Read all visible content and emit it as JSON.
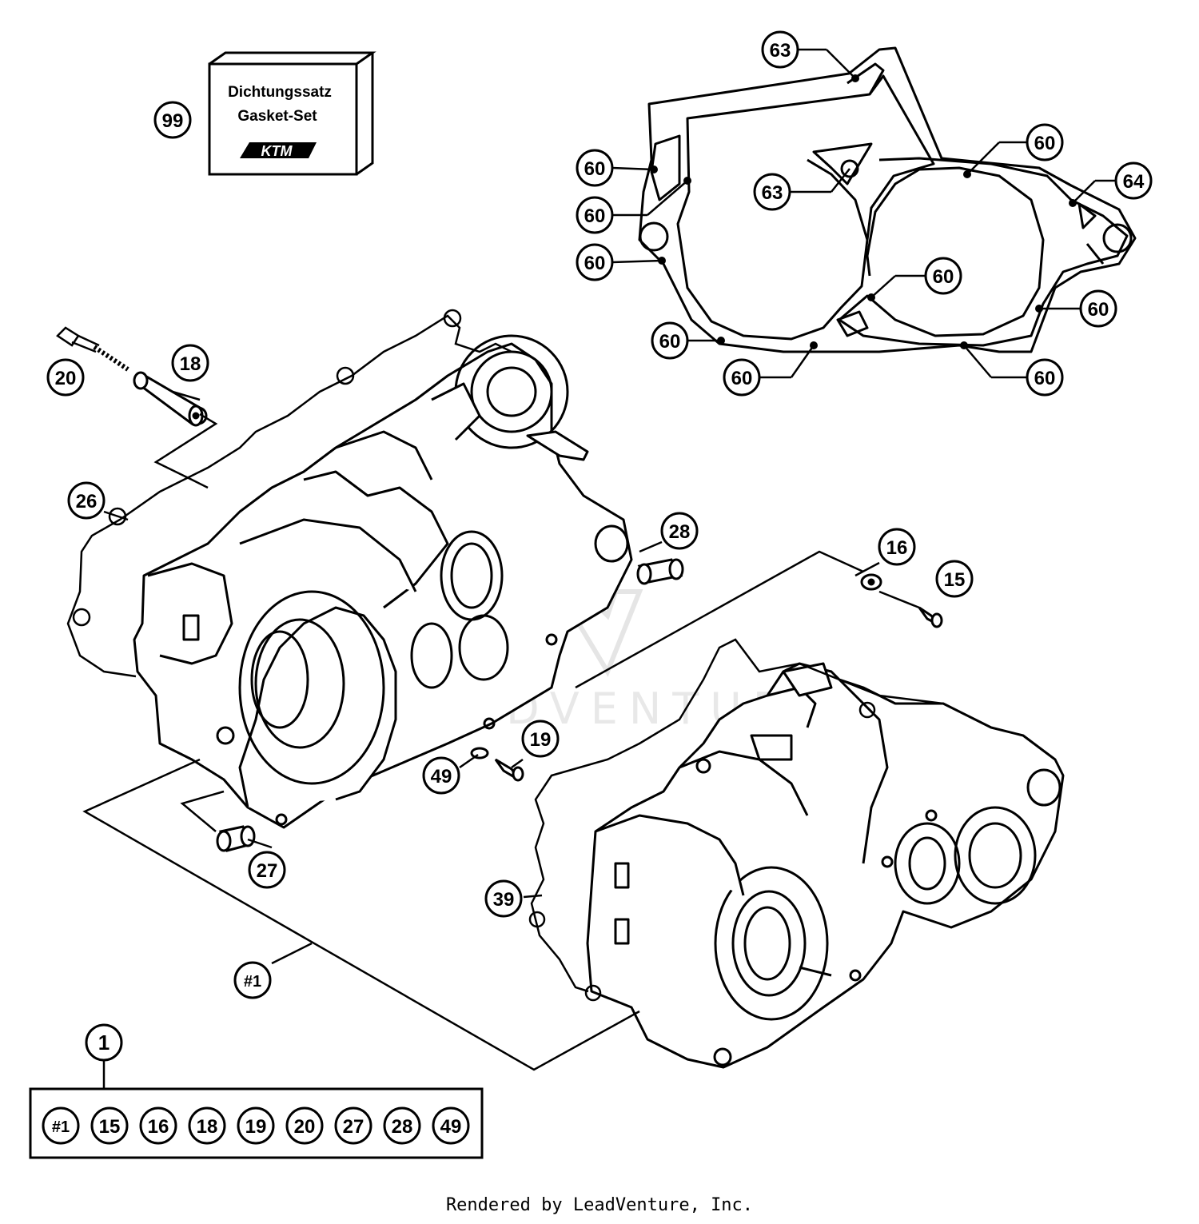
{
  "colors": {
    "line": "#000000",
    "background": "#ffffff",
    "watermark": "#d8d8d8"
  },
  "gasket_kit": {
    "line1": "Dichtungssatz",
    "line2": "Gasket-Set",
    "logo": "KTM",
    "callout": "99"
  },
  "callouts": {
    "p1": "1",
    "p15": "15",
    "p16": "16",
    "p18": "18",
    "p19": "19",
    "p20": "20",
    "p26": "26",
    "p27": "27",
    "p28": "28",
    "p39": "39",
    "p49": "49",
    "p60": "60",
    "p63": "63",
    "p64": "64",
    "hash1": "#1"
  },
  "kit_contents": [
    "#1",
    "15",
    "16",
    "18",
    "19",
    "20",
    "27",
    "28",
    "49"
  ],
  "watermark": "LEADVENTURE",
  "footer": "Rendered by LeadVenture, Inc."
}
